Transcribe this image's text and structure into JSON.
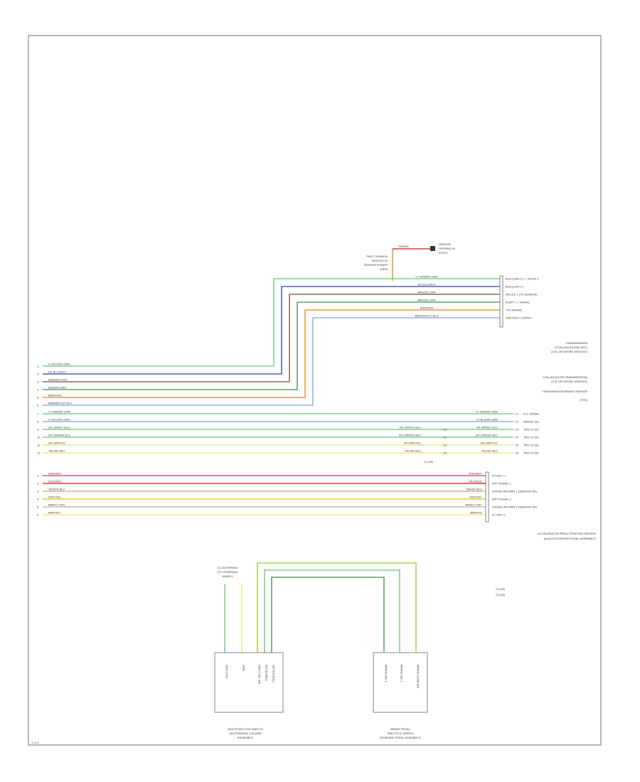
{
  "page_footer": "1 of 3",
  "colors": {
    "lt_green": "#7fd08a",
    "lt_blue": "#8fb4e8",
    "dk_blue": "#4d63b8",
    "brown": "#8a6a4a",
    "green": "#5ea35e",
    "orange": "#ef9a3c",
    "red": "#e23a3a",
    "pink": "#e0508a",
    "tan": "#d9b48a",
    "yellow": "#e4cc3a",
    "lt_gray": "#bbbbbb",
    "pale_yellow": "#eee88c",
    "lime": "#a6d64a"
  },
  "top_connector": {
    "splice_labels": [
      "SHUT DOWN IN",
      "MODULE IN",
      "SENSOR POWER",
      "(SP9)"
    ],
    "ground_wire_label": "TAN/OG",
    "ground_label": [
      "SENSOR",
      "GROUND IN",
      "(G107)"
    ],
    "wires": [
      {
        "color_key": "lt_green",
        "label": "LT GRN/DK GRN",
        "pin_desc": "BUS (CAN C) + / SLOW C"
      },
      {
        "color_key": "dk_blue",
        "label": "DK BLU/WHT",
        "pin_desc": "BUS (CAN C) -"
      },
      {
        "color_key": "brown",
        "label": "BRN/DK GRN",
        "pin_desc": "SPLICE 1 (TO SENSOR)"
      },
      {
        "color_key": "green",
        "label": "BRN/DK GRN",
        "pin_desc": "ALERT 1 / SIGNAL"
      },
      {
        "color_key": "orange",
        "label": "BRN/ORG",
        "pin_desc": "TPS SIGNAL"
      },
      {
        "color_key": "lt_blue",
        "label": "BRN/WHT/LT BLU",
        "pin_desc": "IGNITION 1 SUPPLY"
      }
    ],
    "module_caption": [
      "TRANSMISSION",
      "(TCM) (4/2015 AND SEC)",
      "(3.0L OR DIESEL MODULE)"
    ]
  },
  "middle_wires": [
    {
      "color_key": "lt_blue",
      "label": "LT BLU/DK GRN"
    },
    {
      "color_key": "dk_blue",
      "label": "DK BLU/WHT"
    },
    {
      "color_key": "brown",
      "label": "BRN/WHT/VIO"
    },
    {
      "color_key": "green",
      "label": "BRN/DK GRN"
    },
    {
      "color_key": "orange",
      "label": "BRN/ORG"
    },
    {
      "color_key": "lt_blue",
      "label": "BRN/WHT/LT BLU"
    }
  ],
  "trans_caption": [
    "TCM (4/2015 OR TRANSMISSION)",
    "(3.0L OR DIESEL MODULE)",
    "TRANSMISSION RANGE SENSOR",
    "(TRS)"
  ],
  "trans_wires": [
    {
      "color_key": "lt_green",
      "label": "LT GRN/DK GRN",
      "pin": "C1",
      "pin_desc": "PLL SIGNAL"
    },
    {
      "color_key": "lt_blue",
      "label": "LT BLU/DK GRN",
      "pin": "C2",
      "pin_desc": "RANGE SEL"
    },
    {
      "color_key": "lt_green",
      "label": "DK GRN/LT BLU",
      "pin": "C3",
      "pin_desc": "TRS T1 SIG"
    },
    {
      "color_key": "lt_green",
      "label": "DK GRN/DK BLU",
      "pin": "C4",
      "pin_desc": "TRS T2 SIG"
    },
    {
      "color_key": "pale_yellow",
      "label": "DK GRN/YEL",
      "pin": "C5",
      "pin_desc": "TRS T3 SIG"
    },
    {
      "color_key": "pale_yellow",
      "label": "YEL/DK BLU",
      "pin": "C6",
      "pin_desc": "TRS T4 SIG"
    }
  ],
  "trans_mid_labels": [
    "DK GRN/LT BLU",
    "DK GRN/DK BLU",
    "DK GRN/YEL",
    "YEL/DK BLU"
  ],
  "trans_mid_pins": [
    "C1",
    "C2",
    "C3",
    "C4"
  ],
  "trans_sub_label": "C1 (IN)",
  "pedal_wires": [
    {
      "color_key": "pink",
      "label": "PNK/WHT",
      "pin_desc": "5V SPLY 1"
    },
    {
      "color_key": "red",
      "label": "WHT/RED",
      "pin_desc": "APP SIGNAL 1"
    },
    {
      "color_key": "tan",
      "label": "TAN/DK BLU",
      "pin_desc": "SIGNAL RETURN 1 (SENSOR GD)"
    },
    {
      "color_key": "yellow",
      "label": "WHT/YEL",
      "pin_desc": "APP SIGNAL 2"
    },
    {
      "color_key": "lt_gray",
      "label": "BRN/LT GRY",
      "pin_desc": "SIGNAL RETURN 2 (SENSOR GD)"
    },
    {
      "color_key": "pale_yellow",
      "label": "BRN/VIO",
      "pin_desc": "5V SPLY 2"
    }
  ],
  "pedal_caption": [
    "ACCELERATOR PEDAL POSITION SENSOR",
    "(IN ACCELERATOR PEDAL ASSEMBLY)"
  ],
  "left_connector_label": [
    "CLOCKSPRING",
    "(TO STEERING",
    "WHEEL)"
  ],
  "left_component_label": [
    "MULTIFUNCTION SWITCH",
    "(IN STEERING COLUMN",
    "ASSEMBLY)"
  ],
  "right_component_label": [
    "BRAKE PEDAL",
    "SWITCH (2 SPEED)",
    "(IN BRAKE PEDAL ASSEMBLY)"
  ],
  "right_note": [
    "C1 (IN)",
    "C2 (IN)"
  ],
  "bottom_vertical_labels": {
    "left": [
      "SPD CTRL",
      "GND",
      "SPD CTRL SW",
      "ACCEL/RES",
      "SET/CANCEL"
    ],
    "right": [
      "BRAKE SW 1",
      "BRAKE SW 2",
      "BRAKE LAMP SW"
    ]
  }
}
